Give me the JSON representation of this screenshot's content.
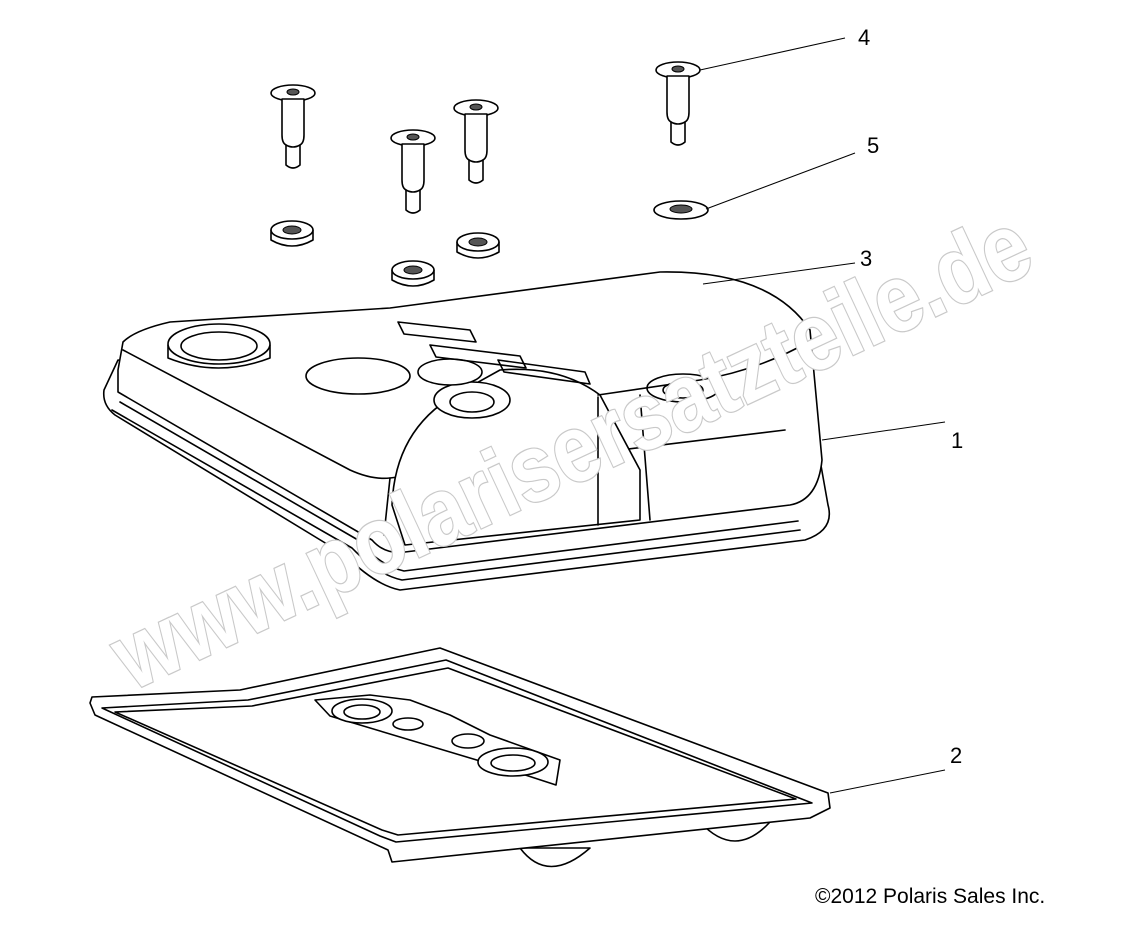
{
  "diagram": {
    "callouts": [
      {
        "id": "1",
        "label": "1"
      },
      {
        "id": "2",
        "label": "2"
      },
      {
        "id": "3",
        "label": "3"
      },
      {
        "id": "4",
        "label": "4"
      },
      {
        "id": "5",
        "label": "5"
      }
    ],
    "watermark": "www.polarisersatzteile.de",
    "copyright": "©2012 Polaris Sales Inc."
  }
}
